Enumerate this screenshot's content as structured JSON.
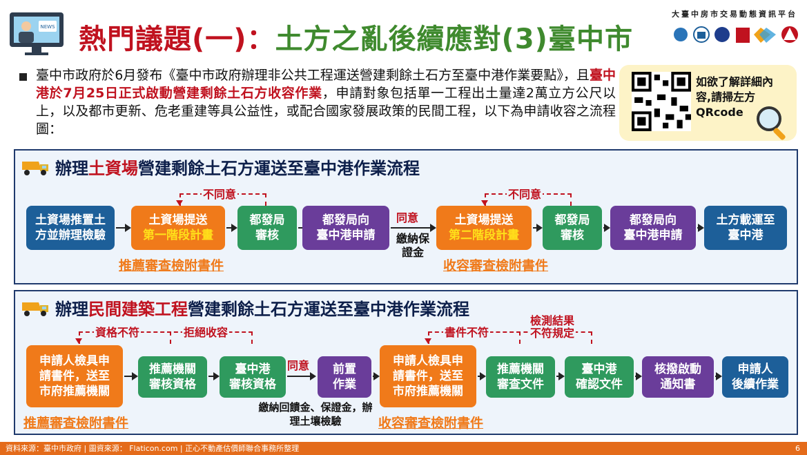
{
  "header": {
    "title_red": "熱門議題(一)：",
    "title_green": "土方之亂後續應對(3)臺中市",
    "platform": "大臺中房市交易動態資訊平台"
  },
  "intro": {
    "text_before": "臺中市政府於6月發布《臺中市政府辦理非公共工程運送營建剩餘土石方至臺中港作業要點》，且",
    "text_highlight": "臺中港於7月25日正式啟動營建剩餘土石方收容作業",
    "text_after": "，申請對象包括單一工程出土量達2萬立方公尺以上，以及都市更新、危老重建等具公益性，或配合國家發展政策的民間工程，以下為申請收容之流程圖："
  },
  "qr": {
    "text": "如欲了解詳細內容,請掃左方QRcode"
  },
  "panel1": {
    "title_prefix": "辦理",
    "title_red": "土資場",
    "title_suffix": "營建剩餘土石方運送至臺中港作業流程",
    "steps": [
      {
        "line1": "土資場推置土",
        "line2": "方並辦理檢驗",
        "color": "blue"
      },
      {
        "line1": "土資場提送",
        "line2": "第一階段計畫",
        "color": "orange"
      },
      {
        "line1": "都發局",
        "line2": "審核",
        "color": "green"
      },
      {
        "line1": "都發局向",
        "line2": "臺中港申請",
        "color": "purple"
      },
      {
        "line1": "土資場提送",
        "line2": "第二階段計畫",
        "color": "orange"
      },
      {
        "line1": "都發局",
        "line2": "審核",
        "color": "green"
      },
      {
        "line1": "都發局向",
        "line2": "臺中港申請",
        "color": "purple"
      },
      {
        "line1": "土方載運至",
        "line2": "臺中港",
        "color": "blue"
      }
    ],
    "reject1": "不同意",
    "reject2": "不同意",
    "agree": "同意",
    "deposit": "繳納保證金",
    "doc1": "推薦審查檢附書件",
    "doc2": "收容審查檢附書件"
  },
  "panel2": {
    "title_prefix": "辦理",
    "title_red": "民間建築工程",
    "title_suffix": "營建剩餘土石方運送至臺中港作業流程",
    "steps": [
      {
        "line1": "申請人檢具申",
        "line2": "請書件，送至",
        "line3": "市府推薦機關",
        "color": "orange"
      },
      {
        "line1": "推薦機關",
        "line2": "審核資格",
        "color": "green"
      },
      {
        "line1": "臺中港",
        "line2": "審核資格",
        "color": "green"
      },
      {
        "line1": "前置",
        "line2": "作業",
        "color": "purple"
      },
      {
        "line1": "申請人檢具申",
        "line2": "請書件，送至",
        "line3": "市府推薦機關",
        "color": "orange"
      },
      {
        "line1": "推薦機關",
        "line2": "審查文件",
        "color": "green"
      },
      {
        "line1": "臺中港",
        "line2": "確認文件",
        "color": "green"
      },
      {
        "line1": "核撥啟動",
        "line2": "通知書",
        "color": "purple"
      },
      {
        "line1": "申請人",
        "line2": "後續作業",
        "color": "blue"
      }
    ],
    "reject1": "資格不符",
    "reject2": "拒絕收容",
    "reject3": "書件不符",
    "reject4a": "檢測結果",
    "reject4b": "不符規定",
    "agree": "同意",
    "pre_note": "繳納回饋金、保證金，辦理土壤檢驗",
    "doc1": "推薦審查檢附書件",
    "doc2": "收容審查檢附書件"
  },
  "footer": {
    "text": "資料來源：臺中市政府 | 圖資來源： Flaticon.com | 正心不動產估價師聯合事務所整理",
    "page": "6"
  }
}
